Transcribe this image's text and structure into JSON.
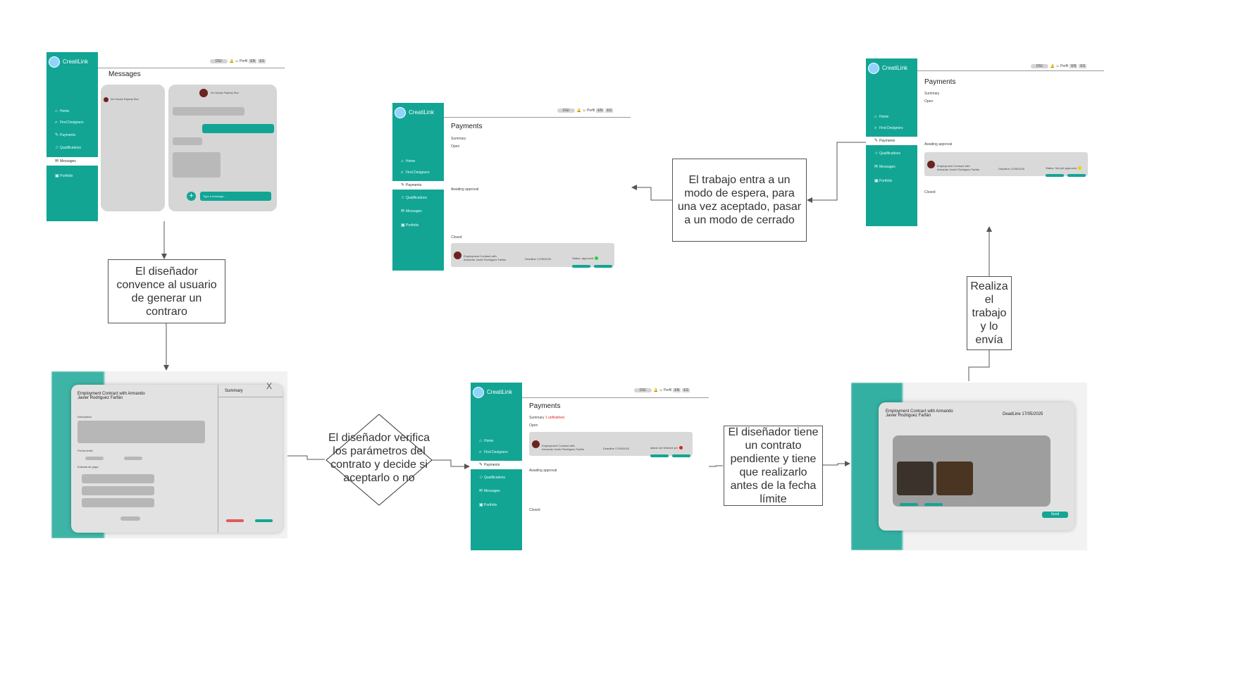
{
  "app": {
    "logo": "CreatiLink",
    "search": "DG/",
    "profile": "Perfil",
    "lang_en": "EN",
    "lang_es": "ES",
    "nav": [
      "Home",
      "Find Designers",
      "Payments",
      "Qualifications",
      "Messages",
      "Portfolio"
    ]
  },
  "messages_screen": {
    "title": "Messages",
    "contact": "Ker Nicolas Pajarray Ruiz",
    "chat_header": "Ker Nicolas Pajarray Ruiz",
    "input_placeholder": "Type a message..."
  },
  "payments_screen": {
    "title": "Payments",
    "summary": "Summary",
    "unfinished": "1 unfinished",
    "open": "Open",
    "awaiting": "Awaiting approval",
    "closed": "Closed",
    "contract_line1": "Employment Contract with",
    "contract_line2": "Armando Javier Rodriguez Farfán",
    "deadline": "Deadline 17/05/2025",
    "status_approved": "Status: approved",
    "status_unfinished": "status not finished yet",
    "status_pending": "Status: Not yet approved"
  },
  "contract_modal": {
    "title_line1": "Employment Contract with Armando",
    "title_line2": "Javier Rodriguez Farfán",
    "summary": "Summary",
    "close": "X",
    "description": "Description",
    "dates": "Fecha límite",
    "payment": "Entrada de pago"
  },
  "delivery_modal": {
    "title_line1": "Employment Contract with Armando",
    "title_line2": "Javier Rodriguez Farfán",
    "deadline": "DeadLine 17/05/2025",
    "send": "Send"
  },
  "flow": {
    "convince": "El diseñador convence al usuario de generar un contraro",
    "verify": "El diseñador verifica los parámetros del contrato y decide si aceptarlo o no",
    "pending": "El diseñador tiene un contrato pendiente y tiene que realizarlo antes de la fecha límite",
    "work": "Realiza el trabajo y lo envía",
    "waiting": "El trabajo entra a un modo de espera, para una vez aceptado, pasar a un modo de cerrado"
  },
  "colors": {
    "teal": "#12a594",
    "approved": "#2ecc40",
    "unfinished": "#e02020",
    "pending": "#e8d400"
  }
}
